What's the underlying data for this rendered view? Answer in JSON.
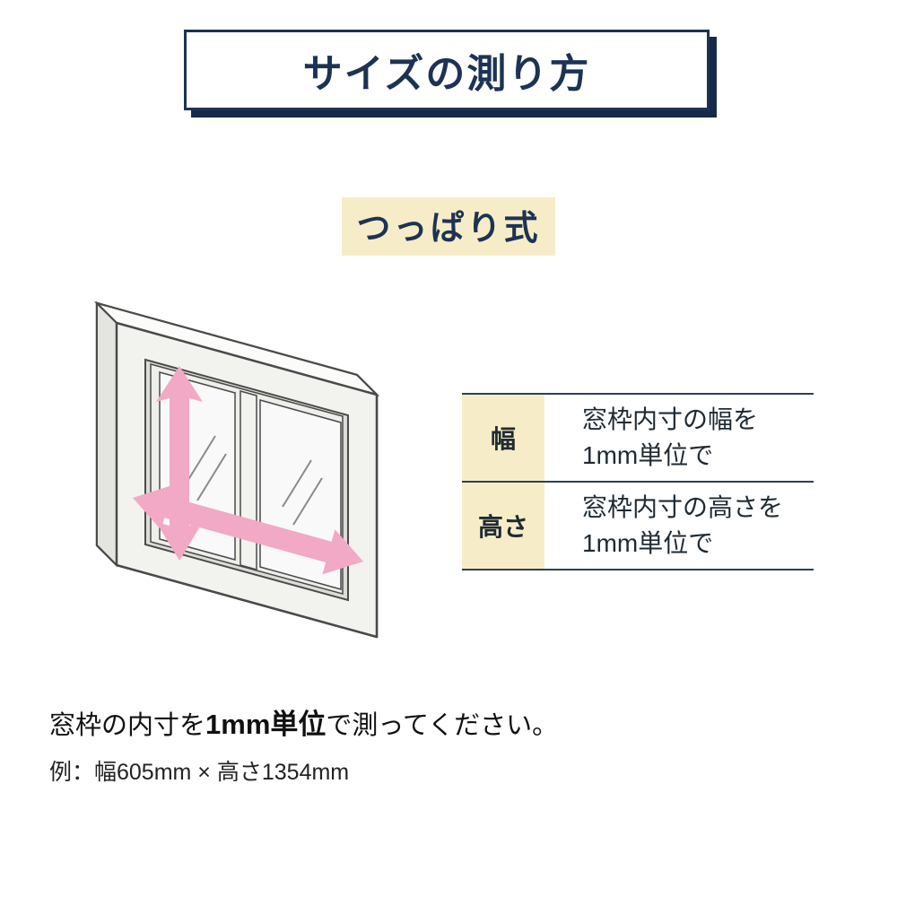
{
  "banner": {
    "title": "サイズの測り方"
  },
  "heading": {
    "text": "つっぱり式"
  },
  "illustration": {
    "name": "isometric-window-frame-with-measure-arrows"
  },
  "spec_table": {
    "rows": [
      {
        "label": "幅",
        "desc_line1": "窓枠内寸の幅を",
        "desc_line2": "1mm単位で"
      },
      {
        "label": "高さ",
        "desc_line1": "窓枠内寸の高さを",
        "desc_line2": "1mm単位で"
      }
    ]
  },
  "footer": {
    "line1_pre": "窓枠の内寸を",
    "line1_emph": "1mm単位",
    "line1_post": "で測ってください。",
    "line2": "例：幅605mm × 高さ1354mm"
  },
  "colors": {
    "navy": "#1d3354",
    "cream": "#f6edc8",
    "pink": "#f2a9c5",
    "table_line": "#2f4050",
    "frame_outline": "#4a4a4a"
  }
}
